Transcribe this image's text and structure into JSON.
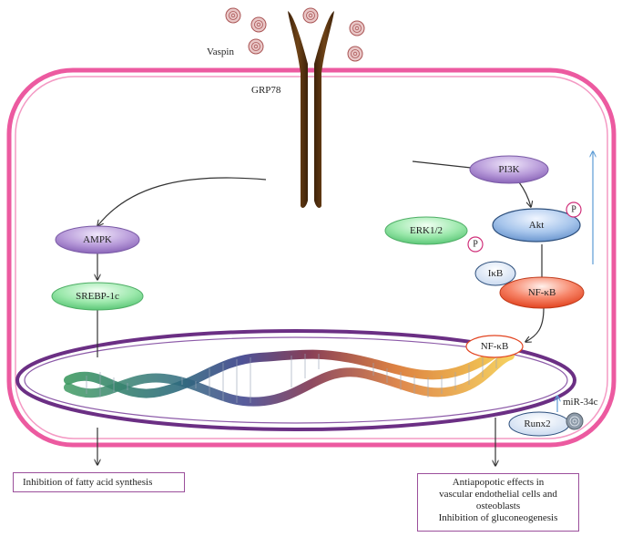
{
  "labels": {
    "ligand": "Vaspin",
    "receptor": "GRP78",
    "mirna": "miR-34c"
  },
  "nodes": {
    "ampk": "AMPK",
    "srebp": "SREBP-1c",
    "pi3k": "PI3K",
    "akt": "Akt",
    "erk": "ERK1/2",
    "ikb": "IκB",
    "nfkb": "NF-κB",
    "nfkb_nuclear": "NF-κB",
    "runx2": "Runx2",
    "phospho_akt": "P",
    "phospho_erk": "P"
  },
  "outcomes": {
    "left": "Inhibition of fatty acid synthesis",
    "right": [
      "Antiapopotic effects in",
      "vascular endothelial cells and",
      "osteoblasts",
      "Inhibition of gluconeogenesis"
    ]
  },
  "colors": {
    "cell_membrane": "#ec5aa0",
    "nucleus": "#6b2f84",
    "receptor": "#5a3414",
    "purple_node": "#a17fc9",
    "green_node": "#86e09a",
    "blue_node": "#8fb4e0",
    "red_node": "#f2593b",
    "dna_green": "#3f8f5a",
    "dna_blue": "#38488a",
    "dna_red": "#8a2c36",
    "dna_orange": "#e08a3a",
    "dna_yellow": "#f0c040"
  }
}
